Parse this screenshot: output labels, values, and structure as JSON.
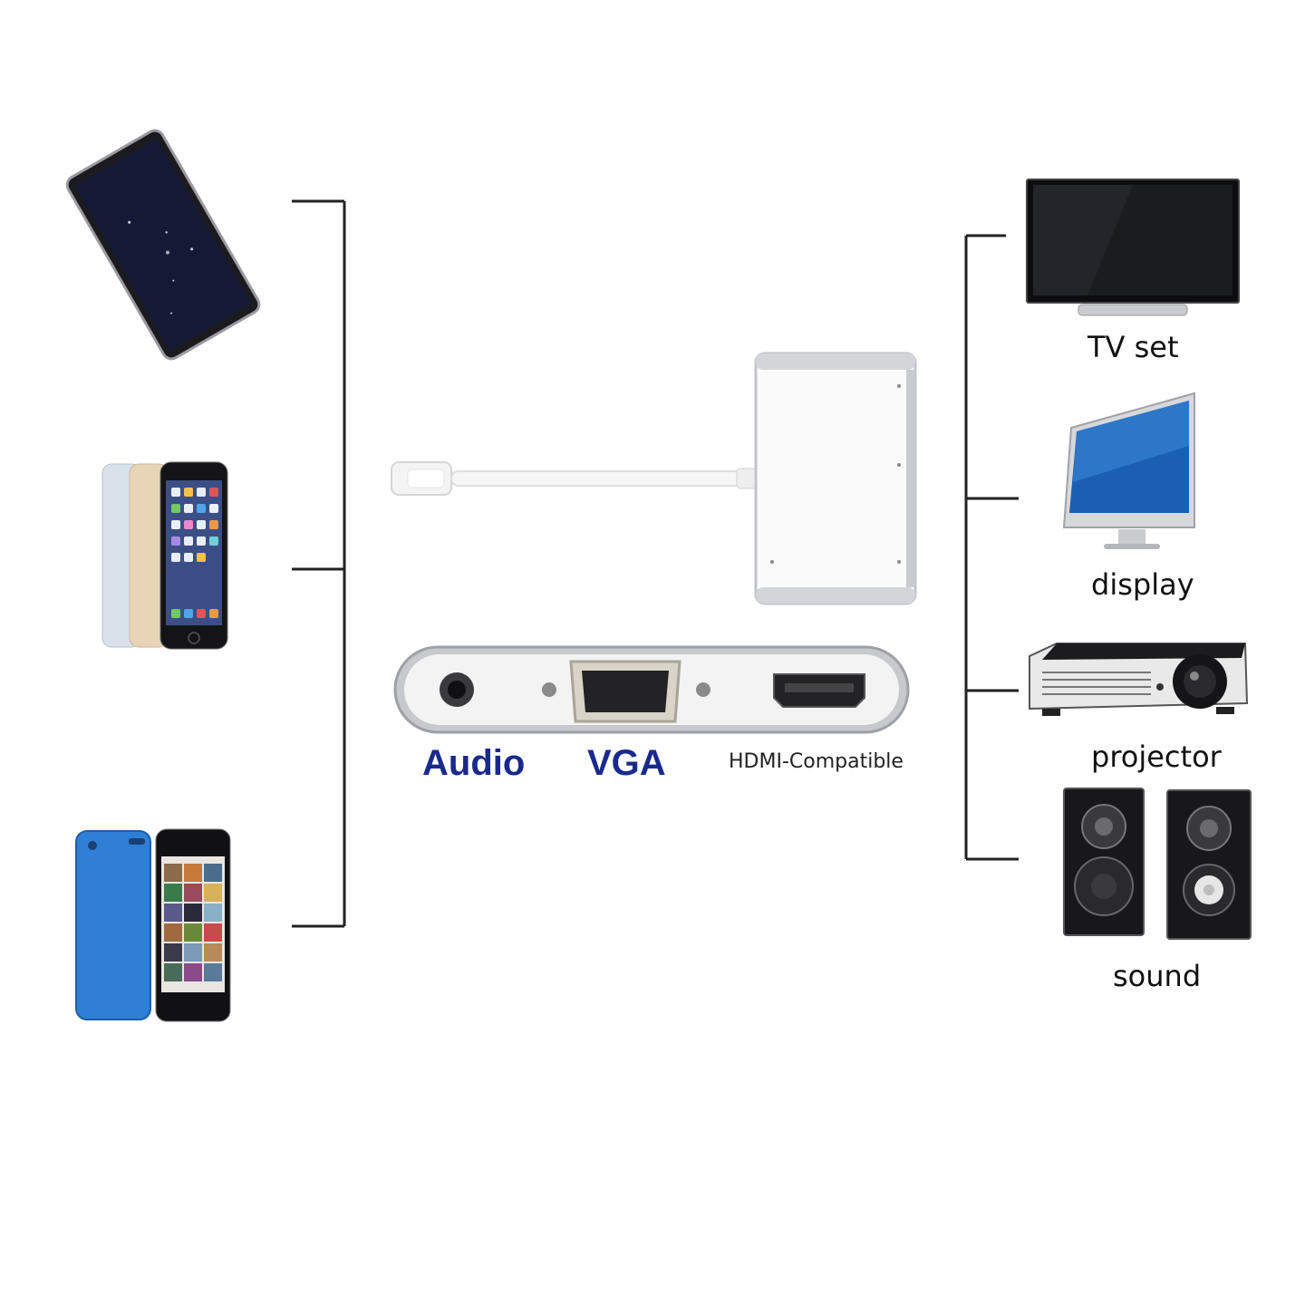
{
  "source_devices": [
    {
      "name": "tablet"
    },
    {
      "name": "iphone-set"
    },
    {
      "name": "ipod-touch-set"
    }
  ],
  "adapter": {
    "ports": [
      {
        "label": "Audio"
      },
      {
        "label": "VGA"
      },
      {
        "label": "HDMI-Compatible"
      }
    ]
  },
  "output_devices": [
    {
      "label": "TV set"
    },
    {
      "label": "display"
    },
    {
      "label": "projector"
    },
    {
      "label": "sound"
    }
  ],
  "colors": {
    "port_label": "#1a2a8c",
    "bracket_line": "#222222",
    "aluminum": "#c9cbce",
    "ipod_blue": "#2f7fd6"
  }
}
